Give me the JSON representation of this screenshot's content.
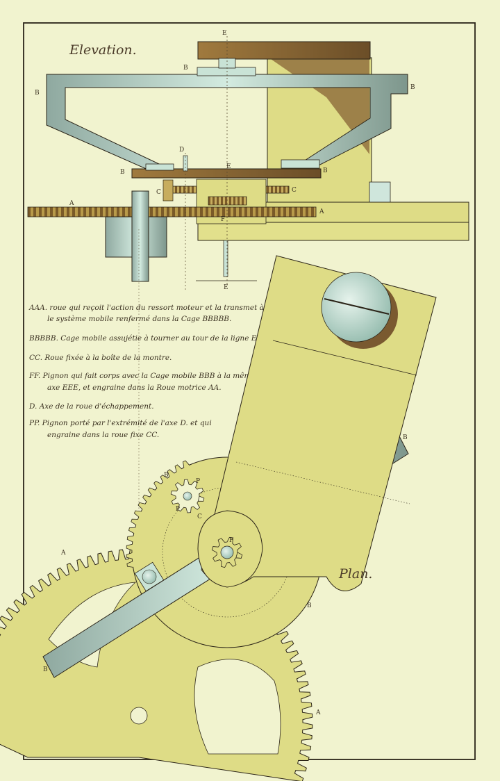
{
  "titles": {
    "elevation": "Elevation.",
    "plan": "Plan."
  },
  "labels": {
    "A": "A",
    "B": "B",
    "C": "C",
    "D": "D",
    "E": "E",
    "F": "F",
    "P": "P"
  },
  "legend": [
    {
      "line1": "AAA. roue qui reçoit l'action du ressort moteur et la transmet à tout",
      "line2": "le système mobile renfermé dans la Cage BBBBB."
    },
    {
      "line1": "BBBBB. Cage mobile assujétie à tourner au tour de la ligne EEE.",
      "line2": ""
    },
    {
      "line1": "CC. Roue fixée à la boîte de la montre.",
      "line2": ""
    },
    {
      "line1": "FF. Pignon qui fait corps avec la Cage mobile BBB à la même",
      "line2": "axe EEE, et engraine dans la Roue motrice AA."
    },
    {
      "line1": "D. Axe de la roue d'échappement.",
      "line2": ""
    },
    {
      "line1": "PP. Pignon porté par l'extrémité de l'axe D. et qui",
      "line2": "engraine dans la roue fixe CC."
    }
  ],
  "colors": {
    "paper": "#f1f3cf",
    "brass": "#dede86",
    "brass_dark": "#c9c868",
    "steel": "#c9e3d6",
    "steel_dark": "#6f8a80",
    "wood": "#8c6a3a",
    "ink": "#2b2418"
  }
}
